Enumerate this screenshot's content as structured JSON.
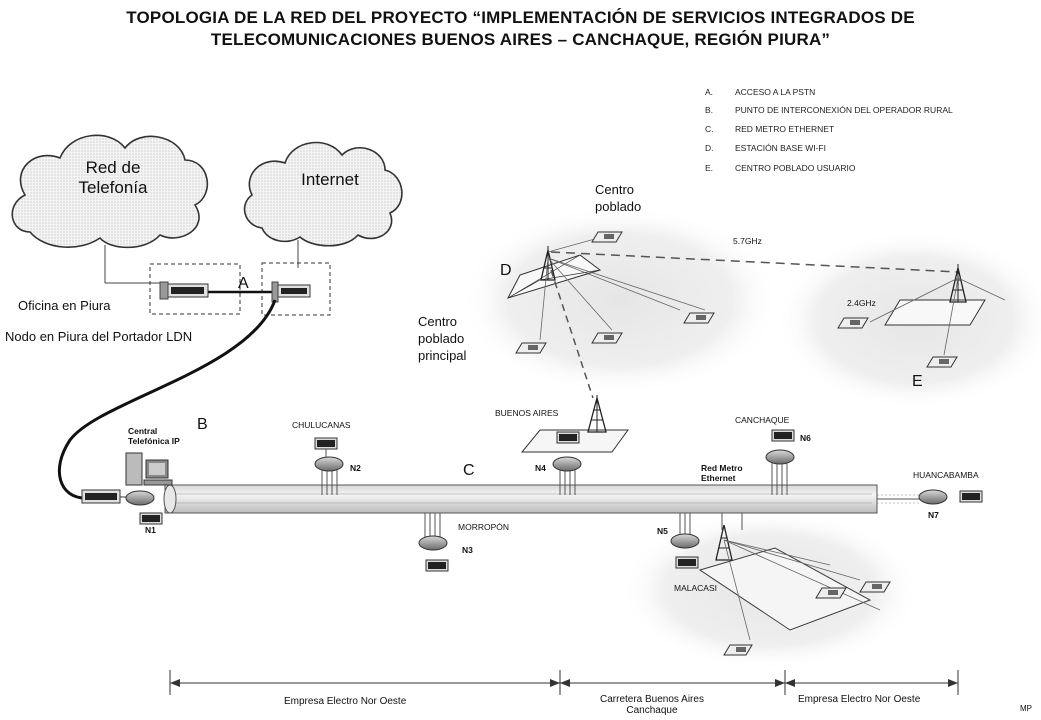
{
  "title": {
    "line1": "TOPOLOGIA DE LA RED DEL PROYECTO “IMPLEMENTACIÓN DE SERVICIOS INTEGRADOS DE",
    "line2": "TELECOMUNICACIONES  BUENOS AIRES – CANCHAQUE, REGIÓN PIURA”"
  },
  "legend": [
    {
      "key": "A.",
      "text": "ACCESO A LA PSTN"
    },
    {
      "key": "B.",
      "text": "PUNTO DE INTERCONEXIÓN DEL OPERADOR RURAL"
    },
    {
      "key": "C.",
      "text": "RED METRO ETHERNET"
    },
    {
      "key": "D.",
      "text": "ESTACIÓN BASE WI-FI"
    },
    {
      "key": "E.",
      "text": "CENTRO POBLADO USUARIO"
    }
  ],
  "clouds": {
    "telefonia_l1": "Red de",
    "telefonia_l2": "Telefonía",
    "internet": "Internet"
  },
  "labels": {
    "oficina": "Oficina en Piura",
    "nodo": "Nodo en Piura del Portador LDN",
    "a": "A",
    "b": "B",
    "c": "C",
    "d": "D",
    "e": "E",
    "central_l1": "Central",
    "central_l2": "Telefónica IP",
    "centro_poblado_l1": "Centro",
    "centro_poblado_l2": "poblado",
    "cpp_l1": "Centro",
    "cpp_l2": "poblado",
    "cpp_l3": "principal",
    "freq57": "5.7GHz",
    "freq24": "2.4GHz",
    "red_metro_l1": "Red Metro",
    "red_metro_l2": "Ethernet"
  },
  "nodes": {
    "n1": "N1",
    "n2": "N2",
    "n3": "N3",
    "n4": "N4",
    "n5": "N5",
    "n6": "N6",
    "n7": "N7"
  },
  "towns": {
    "chulucanas": "CHULUCANAS",
    "buenos_aires": "BUENOS AIRES",
    "canchaque": "CANCHAQUE",
    "huancabamba": "HUANCABAMBA",
    "morropon": "MORROPÓN",
    "malacasi": "MALACASI"
  },
  "segments": {
    "seg1": "Empresa Electro Nor Oeste",
    "seg2_l1": "Carretera Buenos Aires",
    "seg2_l2": "Canchaque",
    "seg3": "Empresa Electro Nor Oeste"
  },
  "signature": "MP"
}
